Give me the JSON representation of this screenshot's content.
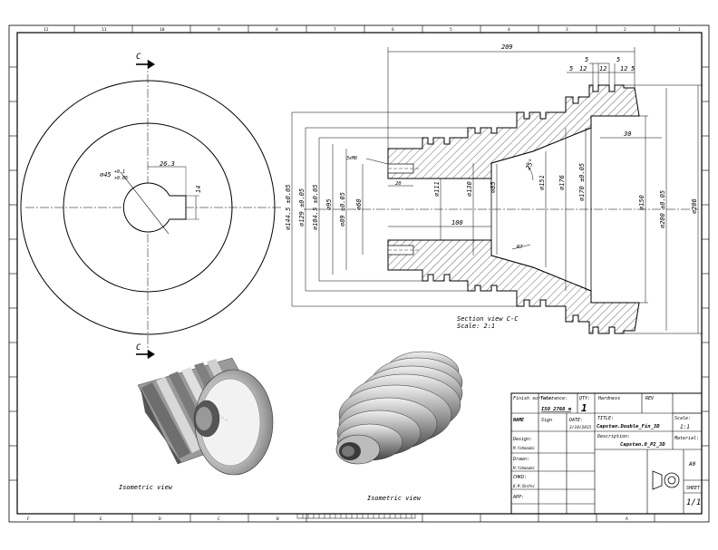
{
  "border": {
    "top_numbers": [
      "12",
      "11",
      "10",
      "9",
      "8",
      "7",
      "6",
      "5",
      "4",
      "3",
      "2",
      "1"
    ],
    "bottom_letters": [
      "F",
      "E",
      "D",
      "C",
      "B",
      "A"
    ]
  },
  "front_view": {
    "section_label_top": "C",
    "section_label_bottom": "C",
    "hole_dia": "⌀45",
    "hole_tol_plus": "+0.1",
    "hole_tol_minus": "+0.05",
    "keyway_depth": "26.3",
    "keyway_width": "14"
  },
  "section_view": {
    "overall_length": "209",
    "fin_dims": [
      "5",
      "12",
      "12",
      "12",
      "5"
    ],
    "fin_pitch_dims": [
      "5",
      "5"
    ],
    "shoulder": "30",
    "dia_144": "⌀144.5 ±0.05",
    "dia_129": "⌀129 ±0.05",
    "dia_104": "⌀104.5 ±0.05",
    "dia_95": "⌀95",
    "dia_89": "⌀89 ±0.05",
    "dia_60": "⌀60",
    "dia_111": "⌀111",
    "dia_130": "⌀130",
    "dia_85": "⌀85",
    "dia_151": "⌀151",
    "dia_176": "⌀176",
    "dia_170": "⌀170 ±0.05",
    "dia_150": "⌀150",
    "dia_200": "⌀200 ±0.05",
    "dia_206": "⌀206",
    "thread": "3xM8",
    "bore_depth": "20",
    "length_100": "100",
    "angle": "25°",
    "radius": "R7",
    "caption": "Section view C-C",
    "scale": "Scale:  2:1"
  },
  "iso_views": {
    "label_left": "Isometric view",
    "label_right": "Isometric view"
  },
  "title_block": {
    "finish_surface": "Finish surface:",
    "tolerance_label": "Tolerance:",
    "tolerance_value": "ISO 2768 m",
    "qty_label": "QTY:",
    "qty_value": "1",
    "hardness_label": "Hardness",
    "rev_label": "REV",
    "name_label": "NAME",
    "sign_label": "Sign",
    "date_label": "DATE:",
    "date_value": "3/10/2015",
    "title_label": "TITLE:",
    "title_value": "Capstan.Double_Fin_3D",
    "scale_label": "Scale:",
    "scale_value": "1:1",
    "description_label": "Description:",
    "description_value": "Capstan.0_P2_3D",
    "material_label": "Material:",
    "design_label": "Design:",
    "design_value": "M.Yahmaabi",
    "drawn_label": "Drawn:",
    "drawn_value": "M.Yahmaabi",
    "chkd_label": "CHKD:",
    "chkd_value": "B.M.Shafei",
    "app_label": "APP:",
    "size_value": "A0",
    "sheet_label": "SHEET",
    "sheet_value": "1/1"
  }
}
